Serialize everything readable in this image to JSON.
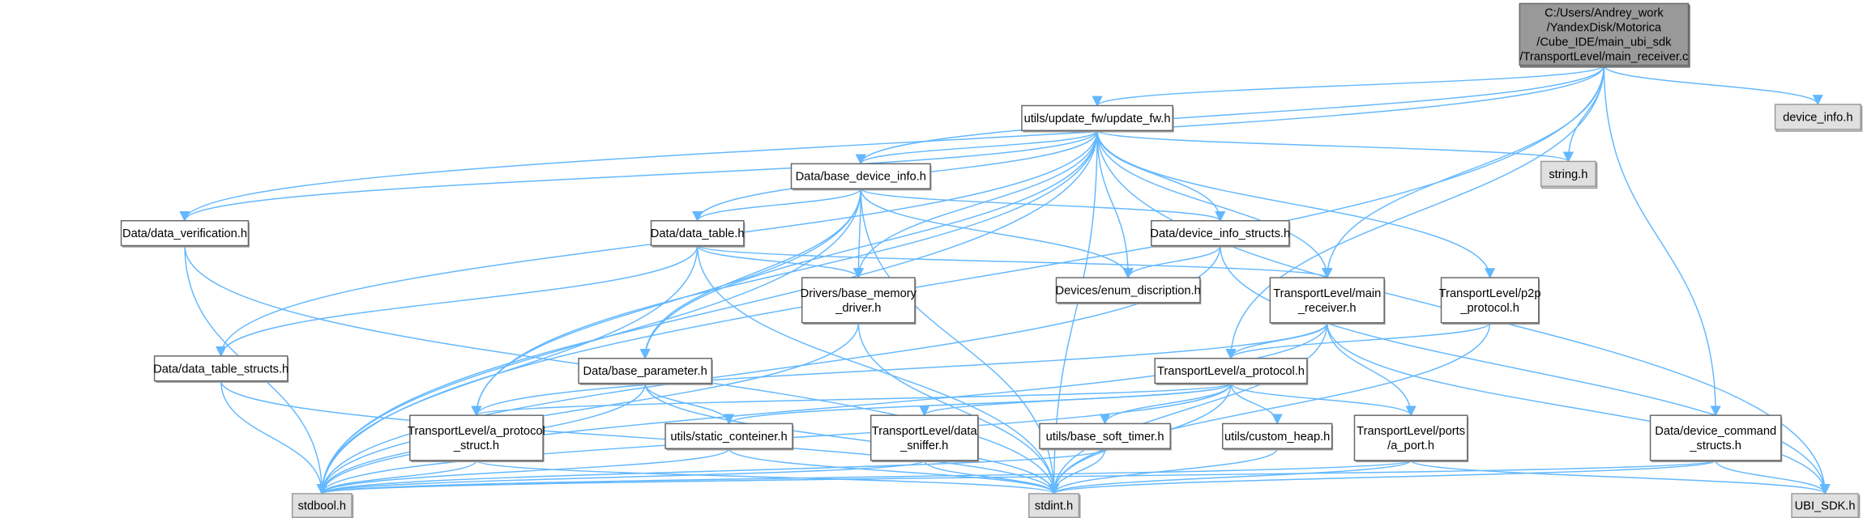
{
  "title": "Include dependency graph for main_receiver.c",
  "colors": {
    "edge": "#63b8ff",
    "root_fill": "#999999",
    "system_fill": "#e0e0e0",
    "node_fill": "#ffffff"
  },
  "nodes": [
    {
      "id": "root",
      "lines": [
        "C:/Users/Andrey_work",
        "/YandexDisk/Motorica",
        "/Cube_IDE/main_ubi_sdk",
        "/TransportLevel/main_receiver.c"
      ],
      "kind": "root"
    },
    {
      "id": "device_info",
      "lines": [
        "device_info.h"
      ],
      "kind": "system"
    },
    {
      "id": "update_fw",
      "lines": [
        "utils/update_fw/update_fw.h"
      ],
      "kind": "file"
    },
    {
      "id": "string",
      "lines": [
        "string.h"
      ],
      "kind": "system"
    },
    {
      "id": "base_device_info",
      "lines": [
        "Data/base_device_info.h"
      ],
      "kind": "file"
    },
    {
      "id": "data_verification",
      "lines": [
        "Data/data_verification.h"
      ],
      "kind": "file"
    },
    {
      "id": "data_table",
      "lines": [
        "Data/data_table.h"
      ],
      "kind": "file"
    },
    {
      "id": "device_info_structs",
      "lines": [
        "Data/device_info_structs.h"
      ],
      "kind": "file"
    },
    {
      "id": "base_memory_driver",
      "lines": [
        "Drivers/base_memory",
        "_driver.h"
      ],
      "kind": "file"
    },
    {
      "id": "enum_discription",
      "lines": [
        "Devices/enum_discription.h"
      ],
      "kind": "file"
    },
    {
      "id": "main_receiver_h",
      "lines": [
        "TransportLevel/main",
        "_receiver.h"
      ],
      "kind": "file"
    },
    {
      "id": "p2p_protocol",
      "lines": [
        "TransportLevel/p2p",
        "_protocol.h"
      ],
      "kind": "file"
    },
    {
      "id": "data_table_structs",
      "lines": [
        "Data/data_table_structs.h"
      ],
      "kind": "file"
    },
    {
      "id": "base_parameter",
      "lines": [
        "Data/base_parameter.h"
      ],
      "kind": "file"
    },
    {
      "id": "a_protocol",
      "lines": [
        "TransportLevel/a_protocol.h"
      ],
      "kind": "file"
    },
    {
      "id": "a_protocol_struct",
      "lines": [
        "TransportLevel/a_protocol",
        "_struct.h"
      ],
      "kind": "file"
    },
    {
      "id": "static_conteiner",
      "lines": [
        "utils/static_conteiner.h"
      ],
      "kind": "file"
    },
    {
      "id": "data_sniffer",
      "lines": [
        "TransportLevel/data",
        "_sniffer.h"
      ],
      "kind": "file"
    },
    {
      "id": "base_soft_timer",
      "lines": [
        "utils/base_soft_timer.h"
      ],
      "kind": "file"
    },
    {
      "id": "custom_heap",
      "lines": [
        "utils/custom_heap.h"
      ],
      "kind": "file"
    },
    {
      "id": "a_port",
      "lines": [
        "TransportLevel/ports",
        "/a_port.h"
      ],
      "kind": "file"
    },
    {
      "id": "device_command_structs",
      "lines": [
        "Data/device_command",
        "_structs.h"
      ],
      "kind": "file"
    },
    {
      "id": "stdbool",
      "lines": [
        "stdbool.h"
      ],
      "kind": "system"
    },
    {
      "id": "stdint",
      "lines": [
        "stdint.h"
      ],
      "kind": "system"
    },
    {
      "id": "ubi_sdk",
      "lines": [
        "UBI_SDK.h"
      ],
      "kind": "system"
    }
  ],
  "edges": [
    [
      "root",
      "device_info"
    ],
    [
      "root",
      "update_fw"
    ],
    [
      "root",
      "string"
    ],
    [
      "root",
      "base_device_info"
    ],
    [
      "root",
      "data_verification"
    ],
    [
      "root",
      "main_receiver_h"
    ],
    [
      "root",
      "a_protocol"
    ],
    [
      "root",
      "device_command_structs"
    ],
    [
      "root",
      "stdbool"
    ],
    [
      "update_fw",
      "string"
    ],
    [
      "update_fw",
      "base_device_info"
    ],
    [
      "update_fw",
      "data_verification"
    ],
    [
      "update_fw",
      "data_table"
    ],
    [
      "update_fw",
      "data_table_structs"
    ],
    [
      "update_fw",
      "a_protocol_struct"
    ],
    [
      "update_fw",
      "base_memory_driver"
    ],
    [
      "update_fw",
      "base_parameter"
    ],
    [
      "update_fw",
      "enum_discription"
    ],
    [
      "update_fw",
      "device_info_structs"
    ],
    [
      "update_fw",
      "main_receiver_h"
    ],
    [
      "update_fw",
      "p2p_protocol"
    ],
    [
      "update_fw",
      "stdint"
    ],
    [
      "update_fw",
      "ubi_sdk"
    ],
    [
      "update_fw",
      "stdbool"
    ],
    [
      "base_device_info",
      "data_table"
    ],
    [
      "base_device_info",
      "base_memory_driver"
    ],
    [
      "base_device_info",
      "enum_discription"
    ],
    [
      "base_device_info",
      "device_info_structs"
    ],
    [
      "base_device_info",
      "stdbool"
    ],
    [
      "base_device_info",
      "a_protocol_struct"
    ],
    [
      "base_device_info",
      "base_parameter"
    ],
    [
      "base_device_info",
      "stdint"
    ],
    [
      "data_verification",
      "stdbool"
    ],
    [
      "data_verification",
      "stdint"
    ],
    [
      "data_table",
      "data_table_structs"
    ],
    [
      "data_table",
      "base_memory_driver"
    ],
    [
      "data_table",
      "main_receiver_h"
    ],
    [
      "data_table",
      "stdbool"
    ],
    [
      "data_table",
      "stdint"
    ],
    [
      "device_info_structs",
      "enum_discription"
    ],
    [
      "device_info_structs",
      "stdbool"
    ],
    [
      "device_info_structs",
      "ubi_sdk"
    ],
    [
      "base_memory_driver",
      "stdbool"
    ],
    [
      "base_memory_driver",
      "stdint"
    ],
    [
      "main_receiver_h",
      "a_protocol"
    ],
    [
      "main_receiver_h",
      "a_port"
    ],
    [
      "main_receiver_h",
      "a_protocol_struct"
    ],
    [
      "main_receiver_h",
      "stdbool"
    ],
    [
      "main_receiver_h",
      "stdint"
    ],
    [
      "main_receiver_h",
      "ubi_sdk"
    ],
    [
      "p2p_protocol",
      "a_protocol"
    ],
    [
      "p2p_protocol",
      "stdint"
    ],
    [
      "data_table_structs",
      "stdbool"
    ],
    [
      "data_table_structs",
      "stdint"
    ],
    [
      "base_parameter",
      "static_conteiner"
    ],
    [
      "base_parameter",
      "stdbool"
    ],
    [
      "base_parameter",
      "stdint"
    ],
    [
      "a_protocol",
      "a_protocol_struct"
    ],
    [
      "a_protocol",
      "static_conteiner"
    ],
    [
      "a_protocol",
      "data_sniffer"
    ],
    [
      "a_protocol",
      "base_soft_timer"
    ],
    [
      "a_protocol",
      "custom_heap"
    ],
    [
      "a_protocol",
      "a_port"
    ],
    [
      "a_protocol",
      "stdint"
    ],
    [
      "a_protocol",
      "stdbool"
    ],
    [
      "a_protocol_struct",
      "stdbool"
    ],
    [
      "a_protocol_struct",
      "stdint"
    ],
    [
      "static_conteiner",
      "stdbool"
    ],
    [
      "static_conteiner",
      "stdint"
    ],
    [
      "data_sniffer",
      "stdbool"
    ],
    [
      "data_sniffer",
      "stdint"
    ],
    [
      "base_soft_timer",
      "stdbool"
    ],
    [
      "base_soft_timer",
      "stdint"
    ],
    [
      "custom_heap",
      "stdint"
    ],
    [
      "a_port",
      "stdint"
    ],
    [
      "a_port",
      "ubi_sdk"
    ],
    [
      "a_port",
      "stdbool"
    ],
    [
      "device_command_structs",
      "stdbool"
    ],
    [
      "device_command_structs",
      "stdint"
    ],
    [
      "device_command_structs",
      "ubi_sdk"
    ]
  ]
}
